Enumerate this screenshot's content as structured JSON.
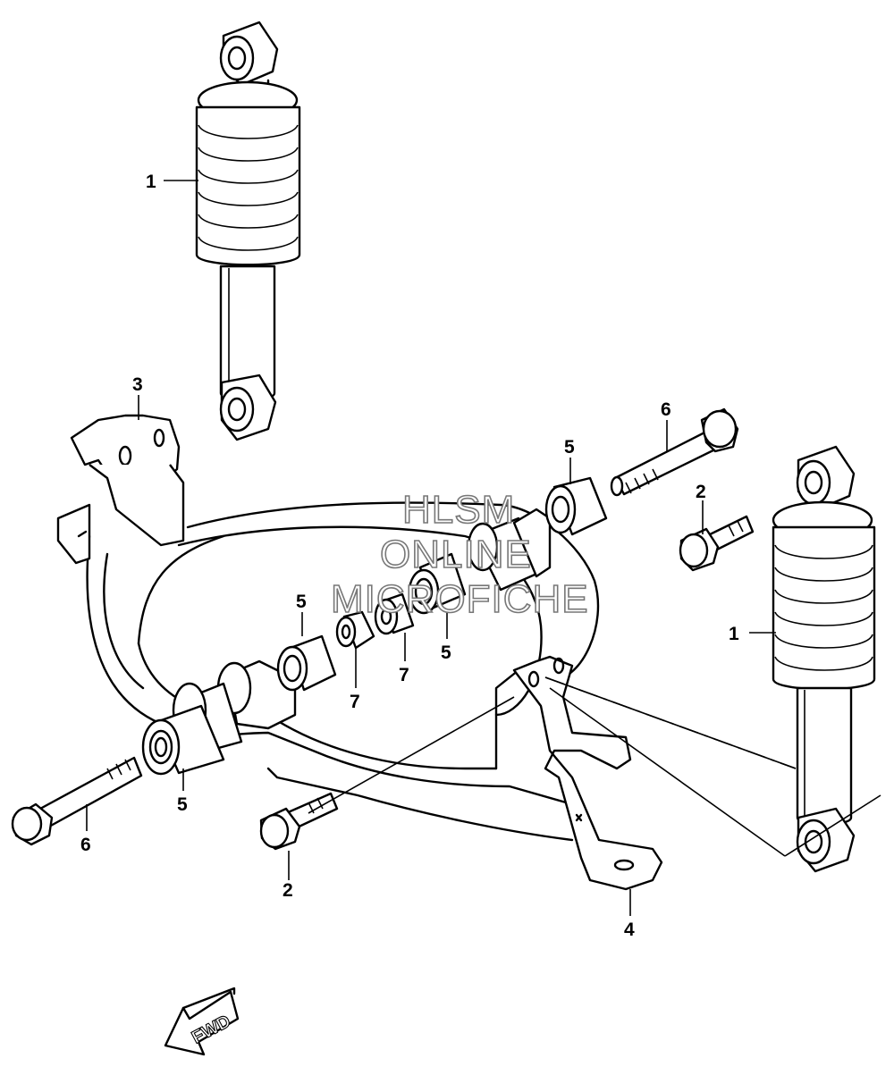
{
  "diagram": {
    "callouts": [
      {
        "id": "c1a",
        "text": "1"
      },
      {
        "id": "c1b",
        "text": "1"
      },
      {
        "id": "c2a",
        "text": "2"
      },
      {
        "id": "c2b",
        "text": "2"
      },
      {
        "id": "c3",
        "text": "3"
      },
      {
        "id": "c4",
        "text": "4"
      },
      {
        "id": "c5a",
        "text": "5"
      },
      {
        "id": "c5b",
        "text": "5"
      },
      {
        "id": "c5c",
        "text": "5"
      },
      {
        "id": "c5d",
        "text": "5"
      },
      {
        "id": "c6a",
        "text": "6"
      },
      {
        "id": "c6b",
        "text": "6"
      },
      {
        "id": "c7a",
        "text": "7"
      },
      {
        "id": "c7b",
        "text": "7"
      }
    ],
    "watermark": [
      "HLSM",
      "ONLINE",
      "MICROFICHE"
    ],
    "direction_arrow": "FWD"
  }
}
